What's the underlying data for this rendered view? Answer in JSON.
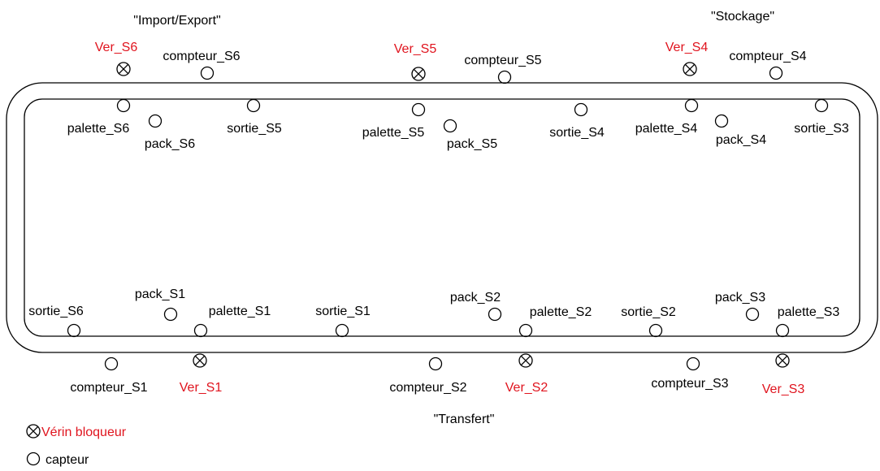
{
  "colors": {
    "line": "#000000",
    "label": "#000000",
    "actuator_label": "#e0141e",
    "background": "#ffffff"
  },
  "station_titles": {
    "import_export": "\"Import/Export\"",
    "stockage": "\"Stockage\"",
    "transfert": "\"Transfert\""
  },
  "sensors": {
    "compteur_S1": "compteur_S1",
    "compteur_S2": "compteur_S2",
    "compteur_S3": "compteur_S3",
    "compteur_S4": "compteur_S4",
    "compteur_S5": "compteur_S5",
    "compteur_S6": "compteur_S6",
    "palette_S1": "palette_S1",
    "palette_S2": "palette_S2",
    "palette_S3": "palette_S3",
    "palette_S4": "palette_S4",
    "palette_S5": "palette_S5",
    "palette_S6": "palette_S6",
    "pack_S1": "pack_S1",
    "pack_S2": "pack_S2",
    "pack_S3": "pack_S3",
    "pack_S4": "pack_S4",
    "pack_S5": "pack_S5",
    "pack_S6": "pack_S6",
    "sortie_S1": "sortie_S1",
    "sortie_S2": "sortie_S2",
    "sortie_S3": "sortie_S3",
    "sortie_S4": "sortie_S4",
    "sortie_S5": "sortie_S5",
    "sortie_S6": "sortie_S6"
  },
  "actuators": {
    "Ver_S1": "Ver_S1",
    "Ver_S2": "Ver_S2",
    "Ver_S3": "Ver_S3",
    "Ver_S4": "Ver_S4",
    "Ver_S5": "Ver_S5",
    "Ver_S6": "Ver_S6"
  },
  "legend": {
    "actuator_label": "Vérin bloqueur",
    "sensor_label": "capteur",
    "actuator_icon": "circled-x-icon",
    "sensor_icon": "circle-icon"
  }
}
